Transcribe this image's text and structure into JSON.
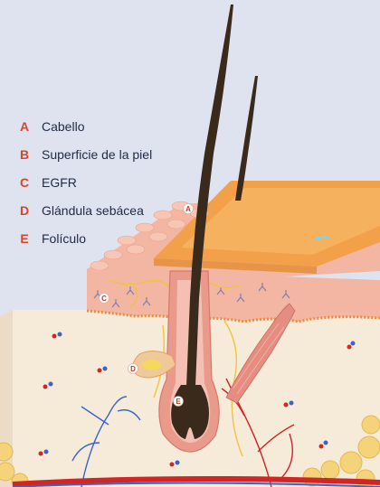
{
  "legend": [
    {
      "letter": "A",
      "label": "Cabello"
    },
    {
      "letter": "B",
      "label": "Superficie de la piel"
    },
    {
      "letter": "C",
      "label": "EGFR"
    },
    {
      "letter": "D",
      "label": "Glándula sebácea"
    },
    {
      "letter": "E",
      "label": "Folículo"
    }
  ],
  "markers": {
    "a": "A",
    "c": "C",
    "d": "D",
    "e": "E"
  },
  "colors": {
    "accent": "#d9452b",
    "background": "#dfe3f0",
    "dermis": "#f6ead9",
    "epidermis": "#f2b6a2",
    "stratum_corneum": "#f3a04a",
    "hair": "#3a2a1c",
    "follicle": "#e99a8a",
    "vein": "#3a63c9",
    "artery": "#d02626",
    "nerve": "#f0c340"
  }
}
